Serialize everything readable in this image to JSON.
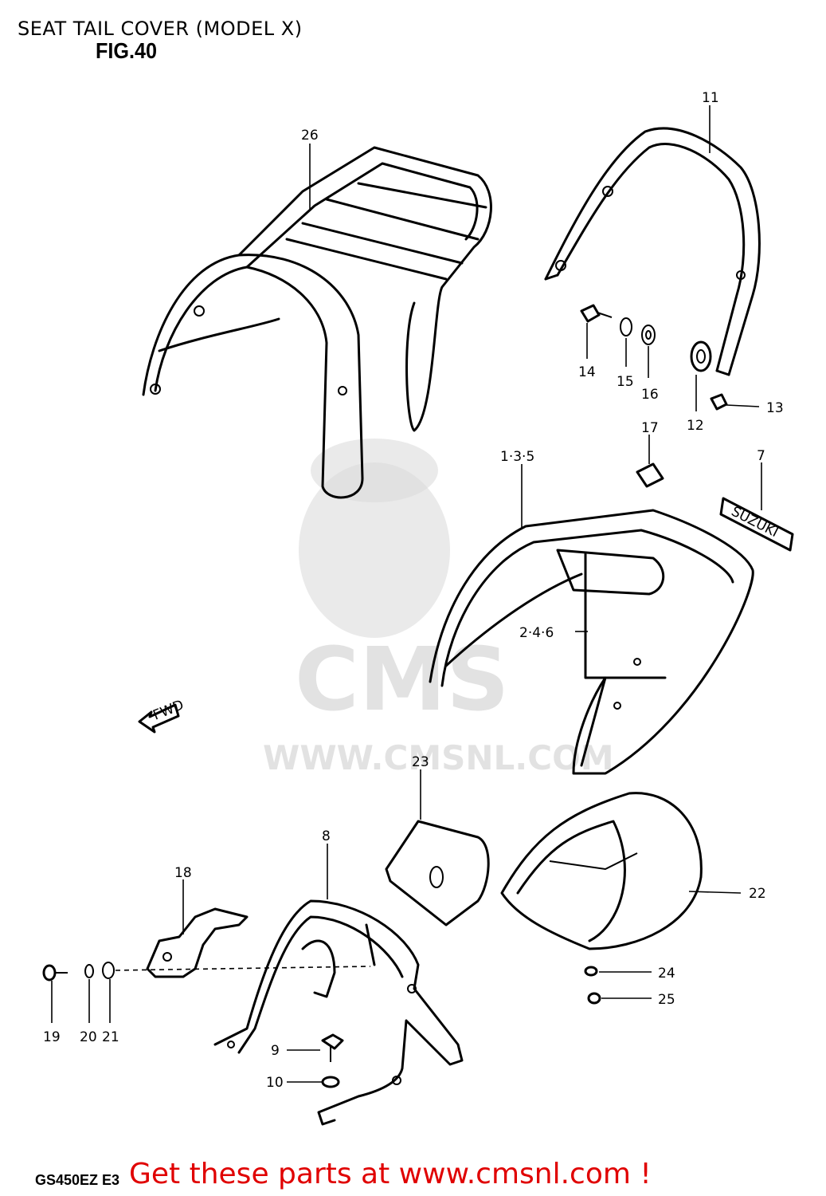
{
  "header": {
    "title": "SEAT TAIL COVER (MODEL X)",
    "figure": "FIG.40"
  },
  "watermark": {
    "brand": "CMS",
    "url": "WWW.CMSNL.COM"
  },
  "direction_marker": "FWD",
  "emblem_text": "SUZUKI",
  "callouts": {
    "c26": "26",
    "c11": "11",
    "c14": "14",
    "c15": "15",
    "c16": "16",
    "c12": "12",
    "c13": "13",
    "c17": "17",
    "c7": "7",
    "c135": "1·3·5",
    "c246": "2·4·6",
    "c23": "23",
    "c8": "8",
    "c18": "18",
    "c22": "22",
    "c19": "19",
    "c20": "20",
    "c21": "21",
    "c9": "9",
    "c10": "10",
    "c24": "24",
    "c25": "25"
  },
  "footer": {
    "model_code": "GS450EZ E3",
    "cta": "Get these parts at www.cmsnl.com !"
  },
  "colors": {
    "cta": "#e00000",
    "watermark": "#d0d0d0"
  }
}
